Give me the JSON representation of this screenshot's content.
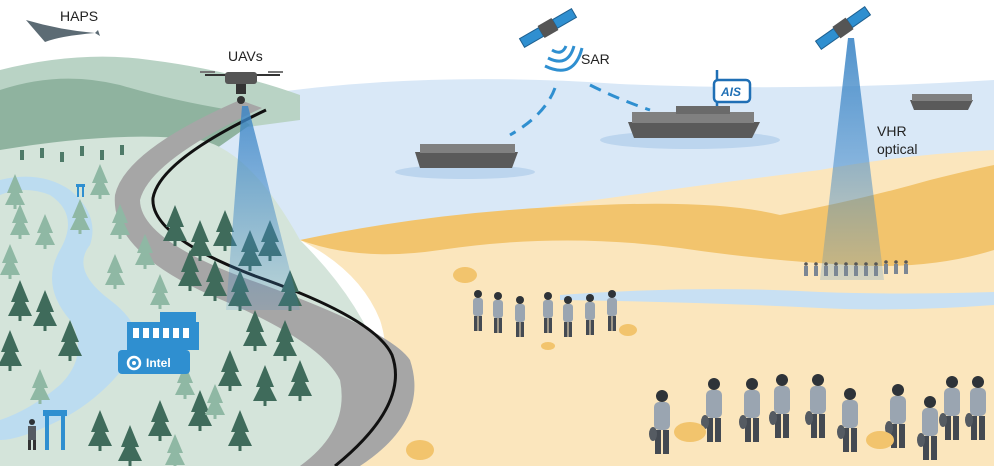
{
  "labels": {
    "haps": "HAPS",
    "uavs": "UAVs",
    "sar": "SAR",
    "ais": "AIS",
    "vhr_line1": "VHR",
    "vhr_line2": "optical",
    "intel": "Intel"
  },
  "colors": {
    "sky": "#ffffff",
    "hills_far": "#b9d3c5",
    "hills_mid": "#8fb39f",
    "land_green": "#d4e4da",
    "river": "#bcdcf0",
    "sea": "#d9e8f7",
    "sand_light": "#fbe6bd",
    "sand_dark": "#f2c46d",
    "road": "#9a9a9a",
    "road_line": "#111111",
    "beam": "#3d86c6",
    "building": "#2f8fd0",
    "boat": "#5a5a5a",
    "dash": "#2f8fd0",
    "tree_dark": "#3f6b5b",
    "tree_light": "#8fb8a4",
    "person_body": "#9aa5b1",
    "person_legs": "#444a52"
  },
  "icons": [
    "haps-aircraft-icon",
    "uav-drone-icon",
    "satellite-sar-icon",
    "satellite-vhr-icon",
    "ais-antenna-icon",
    "gear-icon"
  ]
}
